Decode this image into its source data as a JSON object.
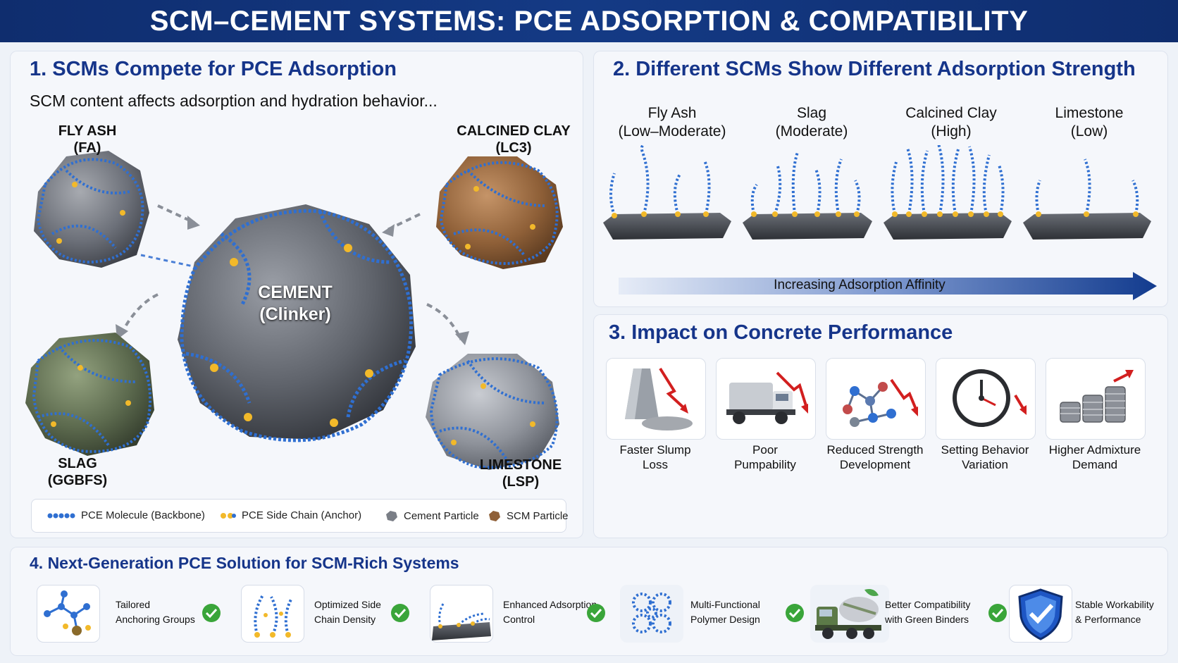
{
  "header": {
    "title": "SCM–CEMENT SYSTEMS:  PCE ADSORPTION & COMPATIBILITY"
  },
  "panel1": {
    "title": "1. SCMs Compete for PCE Adsorption",
    "subtitle": "SCM content affects adsorption and hydration behavior...",
    "particles": {
      "fly_ash": {
        "name": "FLY ASH",
        "abbr": "(FA)"
      },
      "calcined_clay": {
        "name": "CALCINED CLAY",
        "abbr": "(LC3)"
      },
      "cement": {
        "name": "CEMENT",
        "abbr": "(Clinker)"
      },
      "slag": {
        "name": "SLAG",
        "abbr": "(GGBFS)"
      },
      "limestone": {
        "name": "LIMESTONE",
        "abbr": "(LSP)"
      }
    },
    "legend": [
      {
        "label": "PCE Molecule (Backbone)"
      },
      {
        "label": "PCE Side Chain (Anchor)"
      },
      {
        "label": "Cement Particle"
      },
      {
        "label": "SCM Particle"
      }
    ]
  },
  "panel2": {
    "title": "2. Different SCMs Show Different Adsorption Strength",
    "columns": [
      {
        "name": "Fly Ash",
        "level": "(Low–Moderate)"
      },
      {
        "name": "Slag",
        "level": "(Moderate)"
      },
      {
        "name": "Calcined Clay",
        "level": "(High)"
      },
      {
        "name": "Limestone",
        "level": "(Low)"
      }
    ],
    "arrow_label": "Increasing Adsorption Affinity"
  },
  "panel3": {
    "title": "3. Impact on Concrete Performance",
    "items": [
      {
        "line1": "Faster Slump",
        "line2": "Loss",
        "icon": "slump-cone-icon"
      },
      {
        "line1": "Poor",
        "line2": "Pumpability",
        "icon": "concrete-truck-icon"
      },
      {
        "line1": "Reduced Strength",
        "line2": "Development",
        "icon": "molecule-icon"
      },
      {
        "line1": "Setting Behavior",
        "line2": "Variation",
        "icon": "clock-icon"
      },
      {
        "line1": "Higher Admixture",
        "line2": "Demand",
        "icon": "coin-stack-icon"
      }
    ]
  },
  "panel4": {
    "title": "4. Next-Generation PCE Solution for SCM-Rich Systems",
    "items": [
      {
        "line1": "Tailored",
        "line2": "Anchoring Groups",
        "icon": "anchor-molecule-icon"
      },
      {
        "line1": "Optimized Side",
        "line2": "Chain Density",
        "icon": "side-chain-icon"
      },
      {
        "line1": "Enhanced Adsorption",
        "line2": "Control",
        "icon": "adsorption-surface-icon"
      },
      {
        "line1": "Multi-Functional",
        "line2": "Polymer Design",
        "icon": "polymer-network-icon"
      },
      {
        "line1": "Better Compatibility",
        "line2": "with Green Binders",
        "icon": "green-mixer-truck-icon"
      },
      {
        "line1": "Stable Workability",
        "line2": "& Performance",
        "icon": "shield-check-icon"
      }
    ]
  },
  "colors": {
    "banner": "#0f2d6e",
    "title_blue": "#16358a",
    "pce_blue": "#2f6fd1",
    "anchor_gold": "#f2b92a",
    "check_green": "#3aa53a",
    "trend_red": "#d21f1f"
  }
}
